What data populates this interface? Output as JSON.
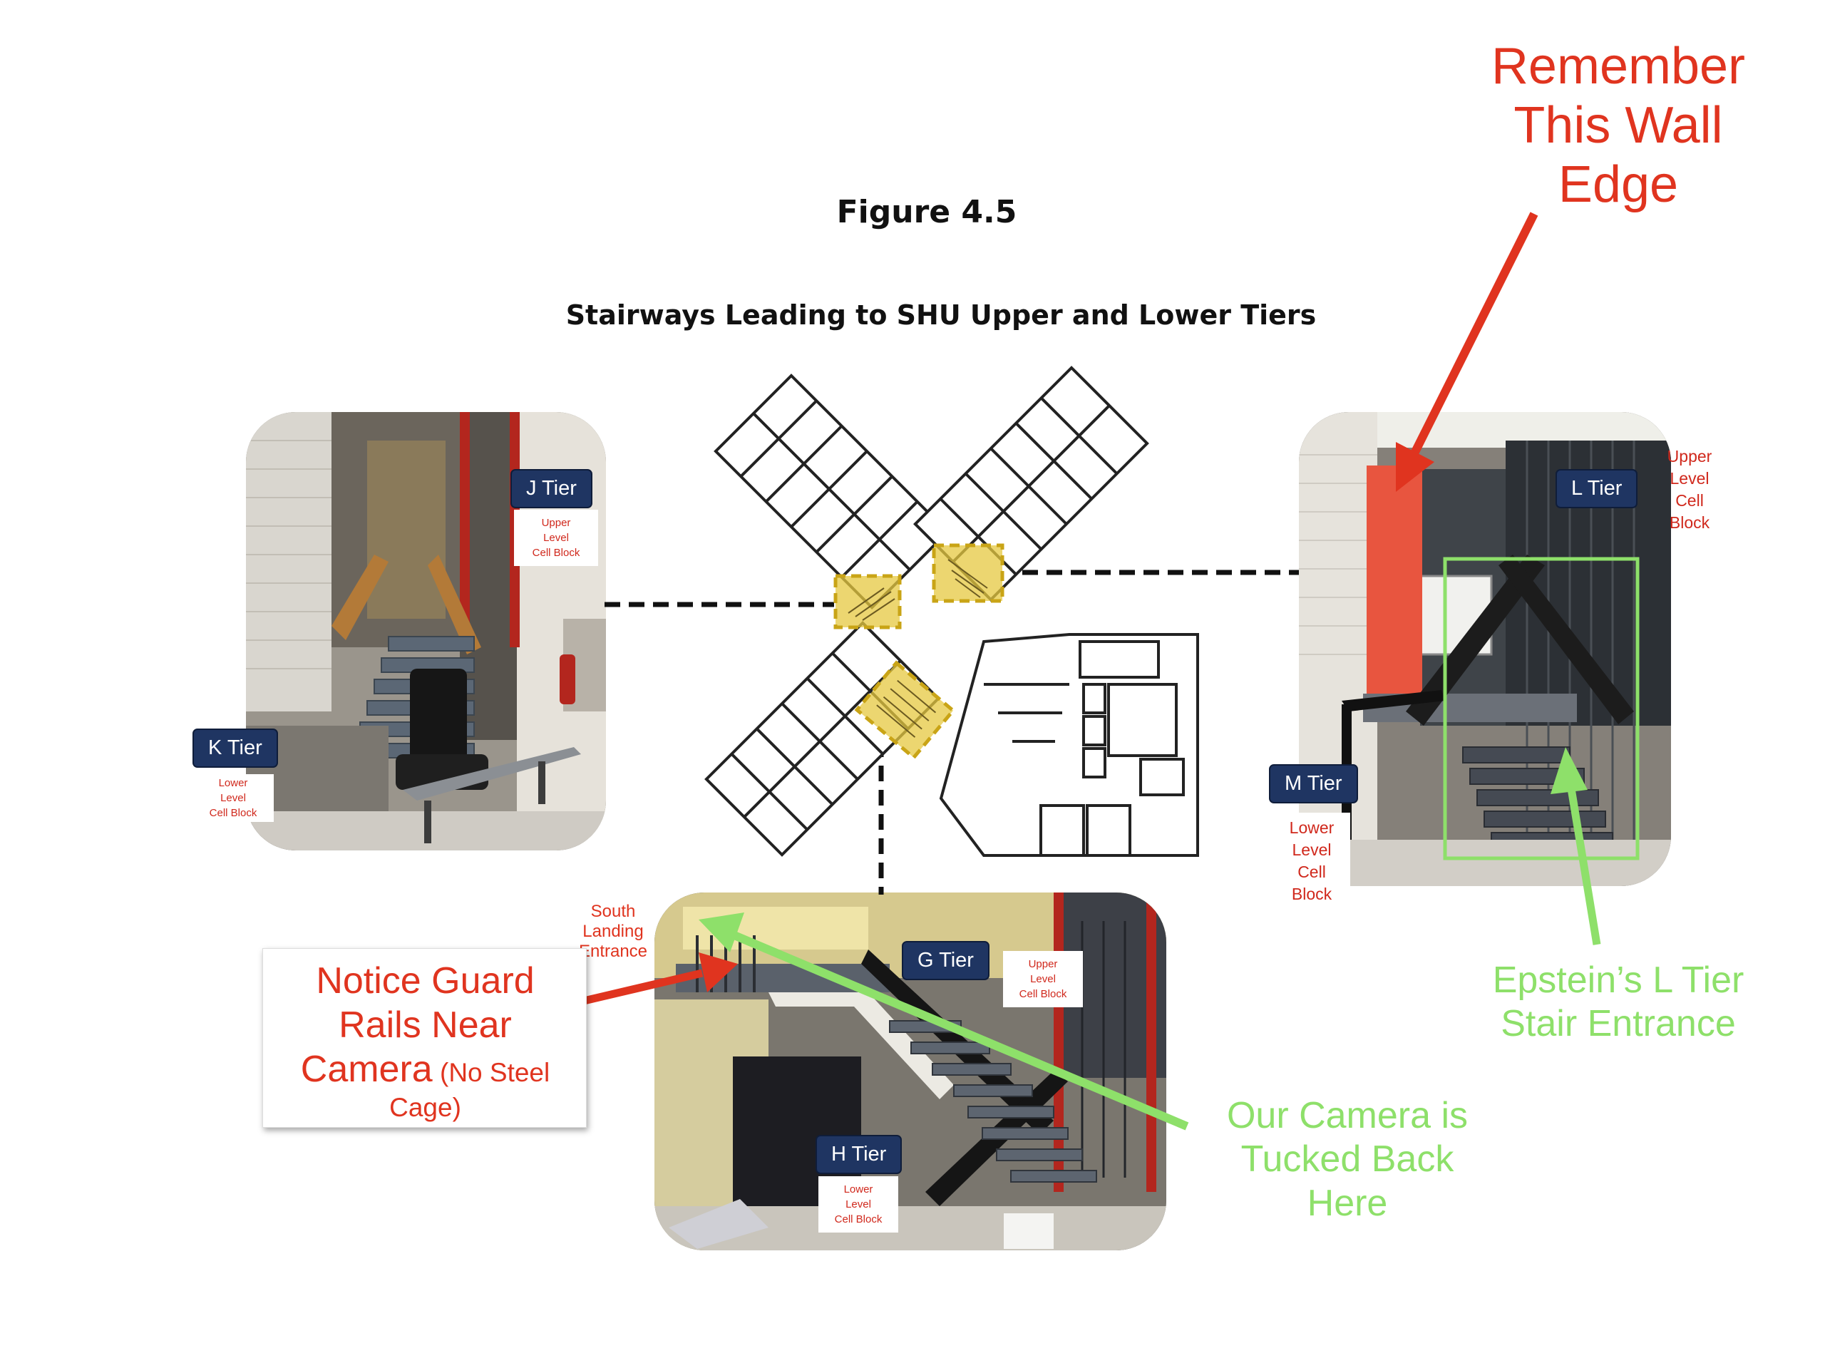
{
  "figure": {
    "number": "Figure 4.5",
    "subtitle": "Stairways Leading to SHU Upper and Lower Tiers"
  },
  "tiers": {
    "j": {
      "name": "J Tier",
      "level": [
        "Upper",
        "Level",
        "Cell Block"
      ]
    },
    "k": {
      "name": "K Tier",
      "level": [
        "Lower",
        "Level",
        "Cell Block"
      ]
    },
    "l": {
      "name": "L Tier",
      "level": [
        "Upper",
        "Level",
        "Cell",
        "Block"
      ]
    },
    "m": {
      "name": "M Tier",
      "level": [
        "Lower",
        "Level",
        "Cell",
        "Block"
      ]
    },
    "g": {
      "name": "G Tier",
      "level": [
        "Upper",
        "Level",
        "Cell Block"
      ]
    },
    "h": {
      "name": "H Tier",
      "level": [
        "Lower",
        "Level",
        "Cell Block"
      ]
    }
  },
  "annotations": {
    "wall_edge": [
      "Remember",
      "This Wall",
      "Edge"
    ],
    "epstein_stair": [
      "Epstein’s L Tier",
      "Stair Entrance"
    ],
    "camera_tucked": [
      "Our Camera is",
      "Tucked Back",
      "Here"
    ],
    "south_landing": [
      "South",
      "Landing",
      "Entrance"
    ],
    "guard_rails": {
      "line1": "Notice Guard",
      "line2": "Rails Near",
      "line3_big": "Camera",
      "line3_small": " (No Steel",
      "line4": "Cage)"
    }
  },
  "colors": {
    "annotation_red": "#e0341f",
    "annotation_green": "#8ee06a",
    "badge_navy": "#1f3562",
    "stair_highlight": "#e6c840",
    "wall_highlight": "#e8553f"
  }
}
